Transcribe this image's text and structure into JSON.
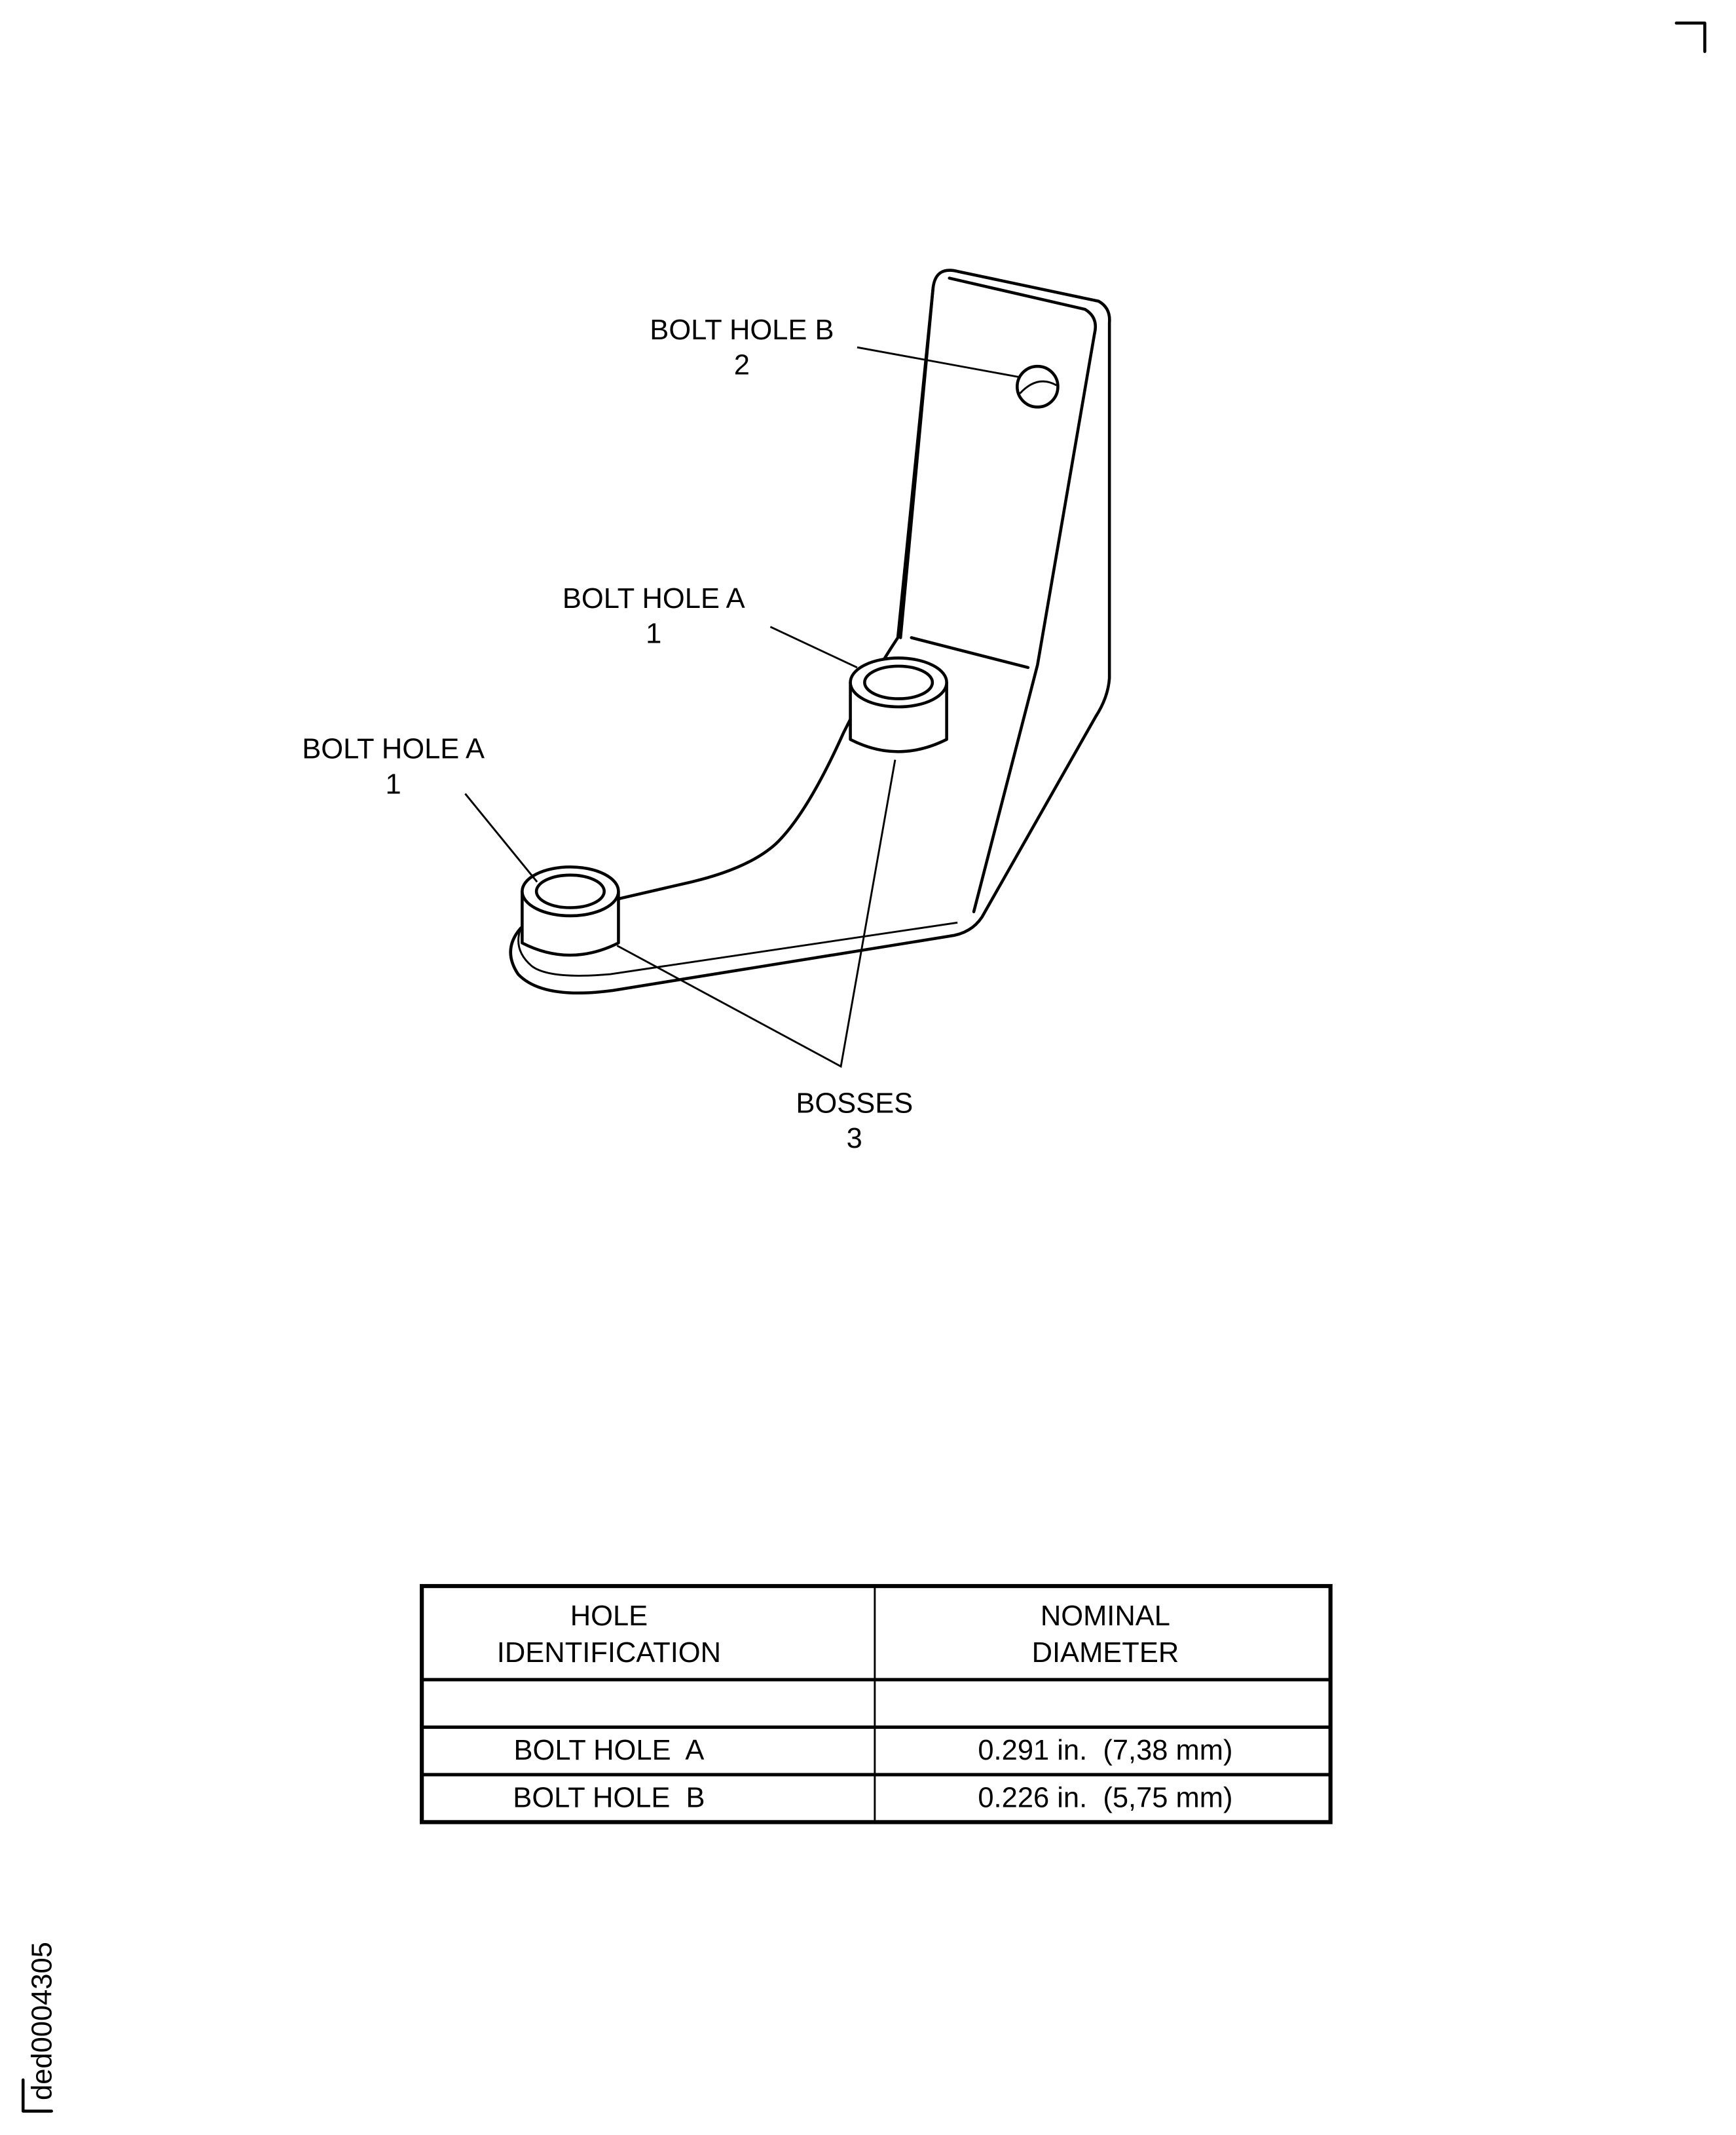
{
  "labels": {
    "bolt_hole_b": {
      "name": "BOLT HOLE B",
      "number": "2"
    },
    "bolt_hole_a_upper": {
      "name": "BOLT HOLE A",
      "number": "1"
    },
    "bolt_hole_a_lower": {
      "name": "BOLT HOLE A",
      "number": "1"
    },
    "bosses": {
      "name": "BOSSES",
      "number": "3"
    }
  },
  "table": {
    "headers": [
      [
        "HOLE",
        "IDENTIFICATION"
      ],
      [
        "NOMINAL",
        "DIAMETER"
      ]
    ],
    "rows": [
      [
        "BOLT HOLE  A",
        "0.291 in.  (7,38 mm)"
      ],
      [
        "BOLT HOLE  B",
        "0.226 in.  (5,75 mm)"
      ]
    ]
  },
  "figure_id": "ded0004305"
}
